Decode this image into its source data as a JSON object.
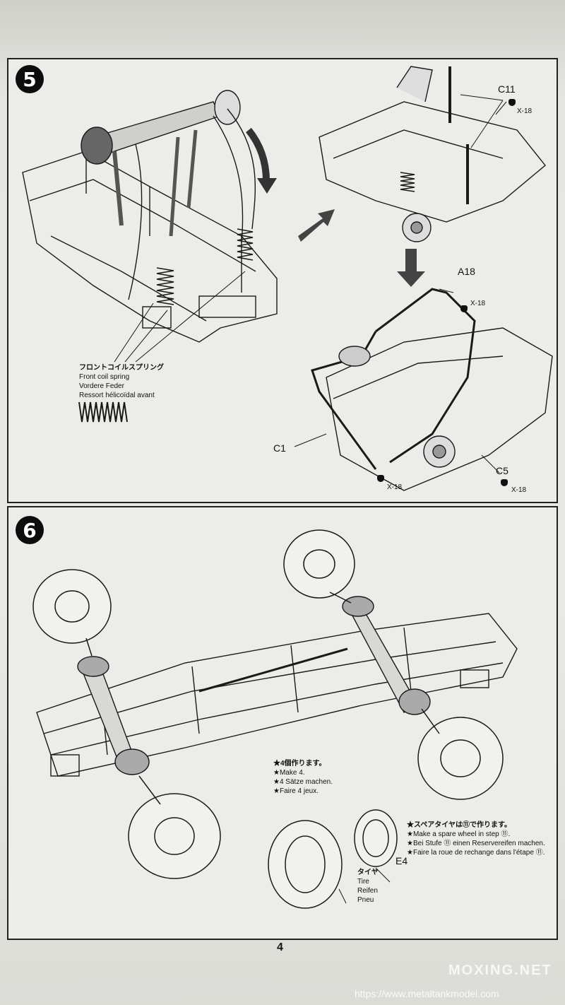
{
  "page_number": "4",
  "step5": {
    "badge": "5",
    "spring_caption": {
      "jp": "フロントコイルスプリング",
      "en": "Front coil spring",
      "de": "Vordere Feder",
      "fr": "Ressort hélicoïdal avant"
    },
    "parts": {
      "c11": "C11",
      "a18": "A18",
      "c1": "C1",
      "c5": "C5"
    },
    "screw_label": "X-18"
  },
  "step6": {
    "badge": "6",
    "make4": {
      "jp": "★4個作ります。",
      "en": "★Make 4.",
      "de": "★4 Sätze machen.",
      "fr": "★Faire 4 jeux."
    },
    "spare": {
      "jp": "★スペアタイヤは⑪で作ります。",
      "en": "★Make a spare wheel in step ⑪.",
      "de": "★Bei Stufe ⑪ einen Reservereifen machen.",
      "fr": "★Faire la roue de rechange dans l'étape ⑪."
    },
    "tire": {
      "jp": "タイヤ",
      "en": "Tire",
      "de": "Reifen",
      "fr": "Pneu"
    },
    "wheel_part": "E4"
  },
  "watermark": {
    "brand": "MOXING.NET",
    "url": "https://www.metaltankmodel.com"
  }
}
